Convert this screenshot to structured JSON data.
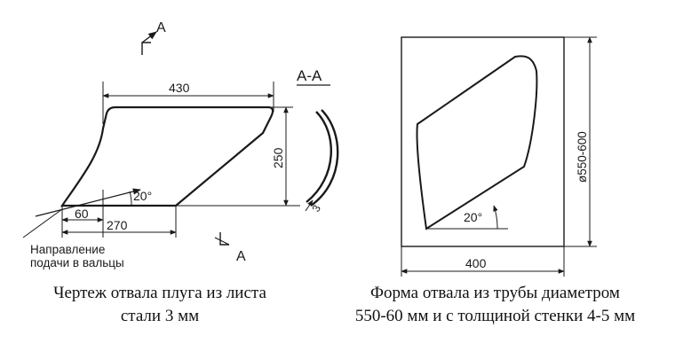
{
  "left_drawing": {
    "section_mark_top": "A",
    "section_mark_bottom": "A",
    "section_view_label": "A-A",
    "dim_width": "430",
    "dim_height": "250",
    "dim_offset": "60",
    "dim_base": "270",
    "angle": "20°",
    "thickness": "3",
    "feed_note_line1": "Направление",
    "feed_note_line2": "подачи в вальцы",
    "caption_line1": "Чертеж отвала плуга из листа",
    "caption_line2": "стали 3 мм"
  },
  "right_drawing": {
    "dim_width": "400",
    "dim_diameter": "ø550-600",
    "angle": "20°",
    "caption_line1": "Форма отвала из трубы диаметром",
    "caption_line2": "550-60 мм и с толщиной стенки 4-5 мм"
  }
}
